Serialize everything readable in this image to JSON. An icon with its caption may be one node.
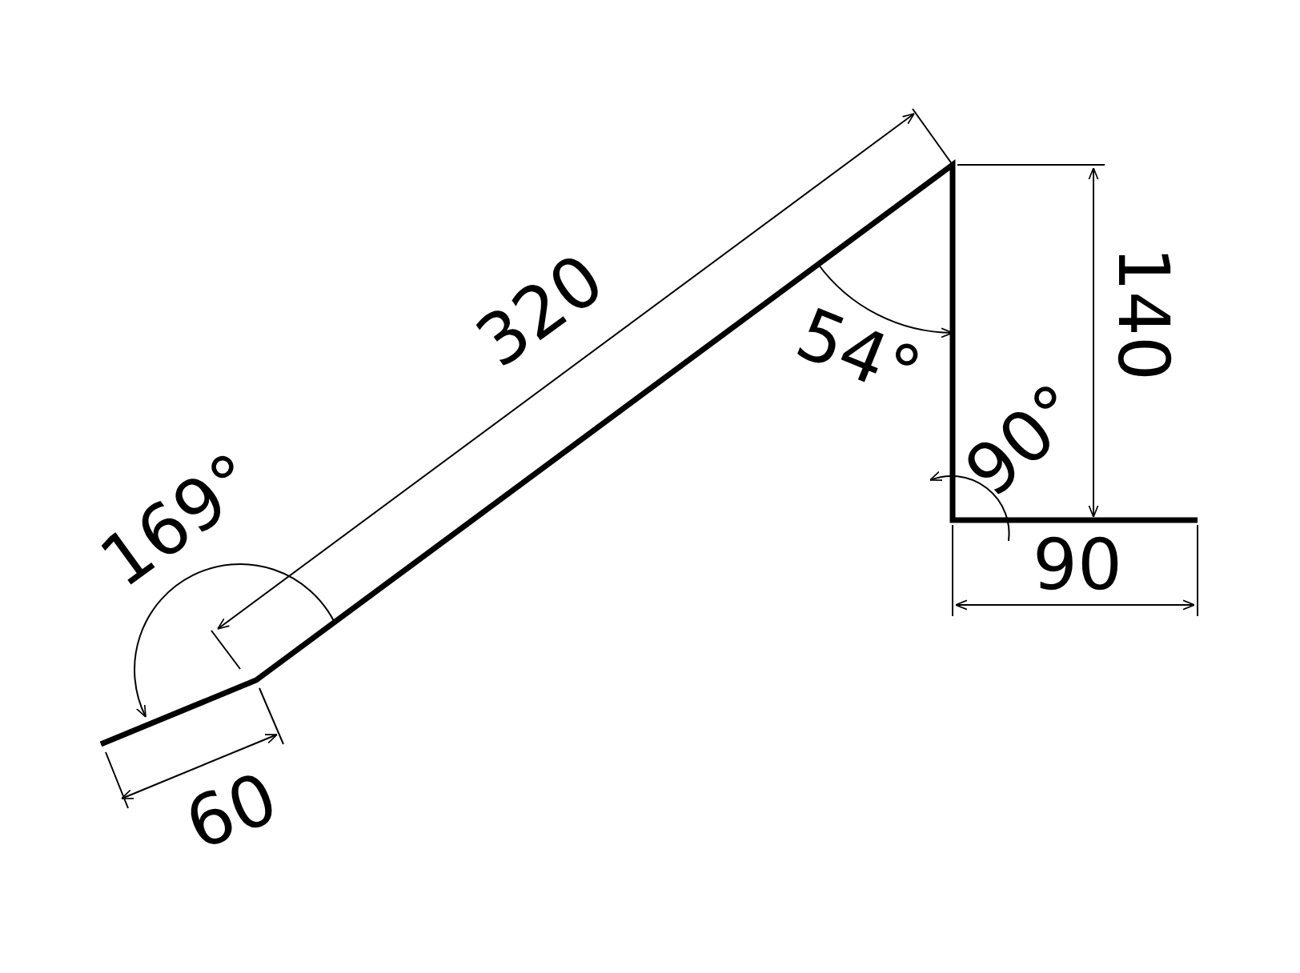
{
  "diagram": {
    "labels": [
      "320",
      "169°",
      "54°",
      "140",
      "90°",
      "90",
      "60"
    ]
  }
}
